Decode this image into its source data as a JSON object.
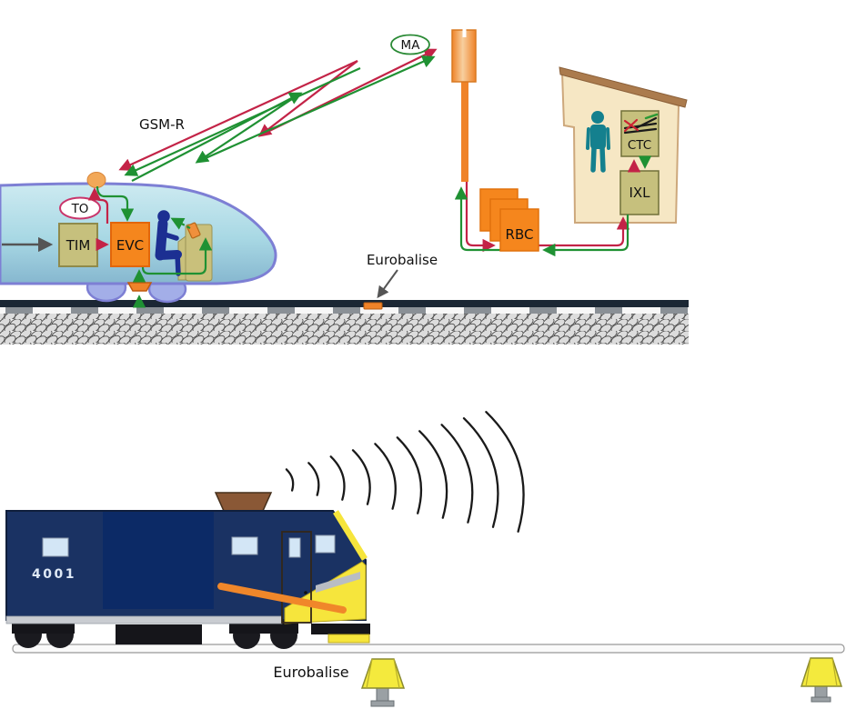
{
  "diagram_top": {
    "labels": {
      "gsm_r": "GSM-R",
      "ma": "MA",
      "to": "TO",
      "tim": "TIM",
      "evc": "EVC",
      "rbc": "RBC",
      "ctc": "CTC",
      "ixl": "IXL",
      "eurobalise": "Eurobalise"
    }
  },
  "diagram_bottom": {
    "loco_number": "4001",
    "eurobalise": "Eurobalise"
  },
  "colors": {
    "signal_red": "#c32347",
    "signal_green": "#1f9133",
    "equipment_orange": "#f5861d",
    "equipment_khaki": "#c6c07d",
    "train_body_blue": "#aadbe6",
    "train_outline_purple": "#7d7fd4",
    "building_tan": "#f6e7c4",
    "operator_teal": "#14808e",
    "loco_navy": "#1a3263",
    "loco_yellow": "#f6e53c",
    "balise_yellow": "#f4ea3d",
    "balise_orange": "#ef8329"
  }
}
